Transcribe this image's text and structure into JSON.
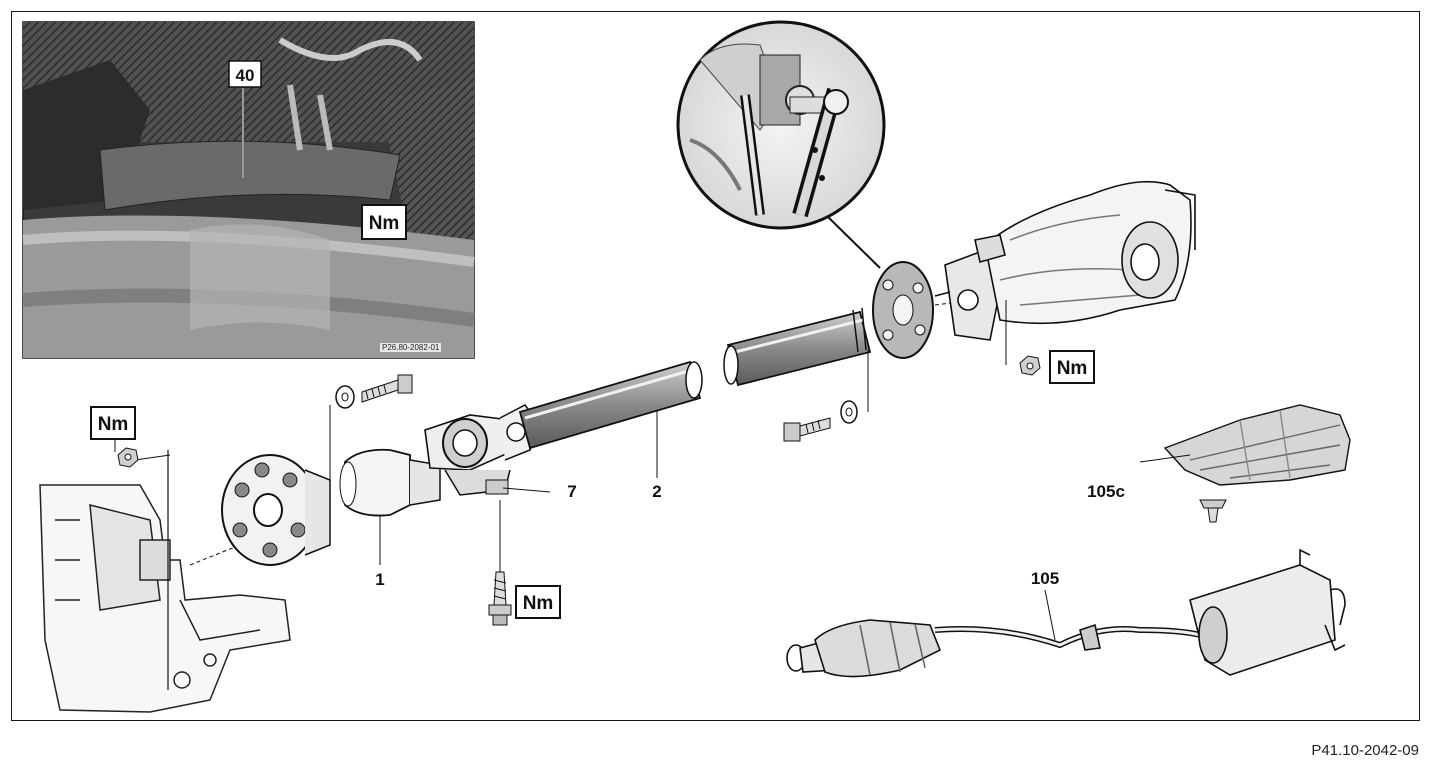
{
  "figure_code": "P41.10-2042-09",
  "inset_photo": {
    "code": "P26.80-2082-01",
    "callouts": {
      "part_40": "40",
      "torque": "Nm"
    }
  },
  "callouts": {
    "part_1": "1",
    "part_2": "2",
    "part_7": "7",
    "part_105": "105",
    "part_105c": "105c"
  },
  "torque_labels": {
    "transmission": "Nm",
    "center_bearing": "Nm",
    "rear_axle": "Nm"
  }
}
